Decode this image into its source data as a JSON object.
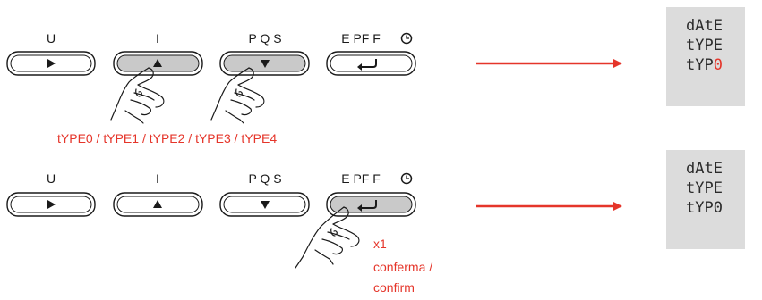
{
  "colors": {
    "accent_red": "#e5352a",
    "button_pressed_fill": "#c9c9c9",
    "button_border": "#1a1a1a",
    "display_bg": "#dcdcdc",
    "display_text": "#2b2b2b"
  },
  "rows": [
    {
      "buttons": [
        {
          "label": "U",
          "icon": "play-right-icon",
          "pressed": false
        },
        {
          "label": "I",
          "icon": "triangle-up-icon",
          "pressed": true
        },
        {
          "label": "P Q S",
          "icon": "triangle-down-icon",
          "pressed": true
        },
        {
          "label": "E PF F",
          "icon": "enter-return-icon",
          "pressed": false,
          "extra_icon": "clock-icon"
        }
      ],
      "caption": "tYPE0 / tYPE1 / tYPE2 / tYPE3 / tYPE4",
      "display": {
        "lines": [
          "dAtE",
          "tYPE",
          "tYP"
        ],
        "last_line_highlight": "0"
      }
    },
    {
      "buttons": [
        {
          "label": "U",
          "icon": "play-right-icon",
          "pressed": false
        },
        {
          "label": "I",
          "icon": "triangle-up-icon",
          "pressed": false
        },
        {
          "label": "P Q S",
          "icon": "triangle-down-icon",
          "pressed": false
        },
        {
          "label": "E PF F",
          "icon": "enter-return-icon",
          "pressed": true,
          "extra_icon": "clock-icon"
        }
      ],
      "caption": [
        "x1",
        "conferma /",
        "confirm"
      ],
      "display": {
        "lines": [
          "dAtE",
          "tYPE",
          "tYP0"
        ]
      }
    }
  ]
}
